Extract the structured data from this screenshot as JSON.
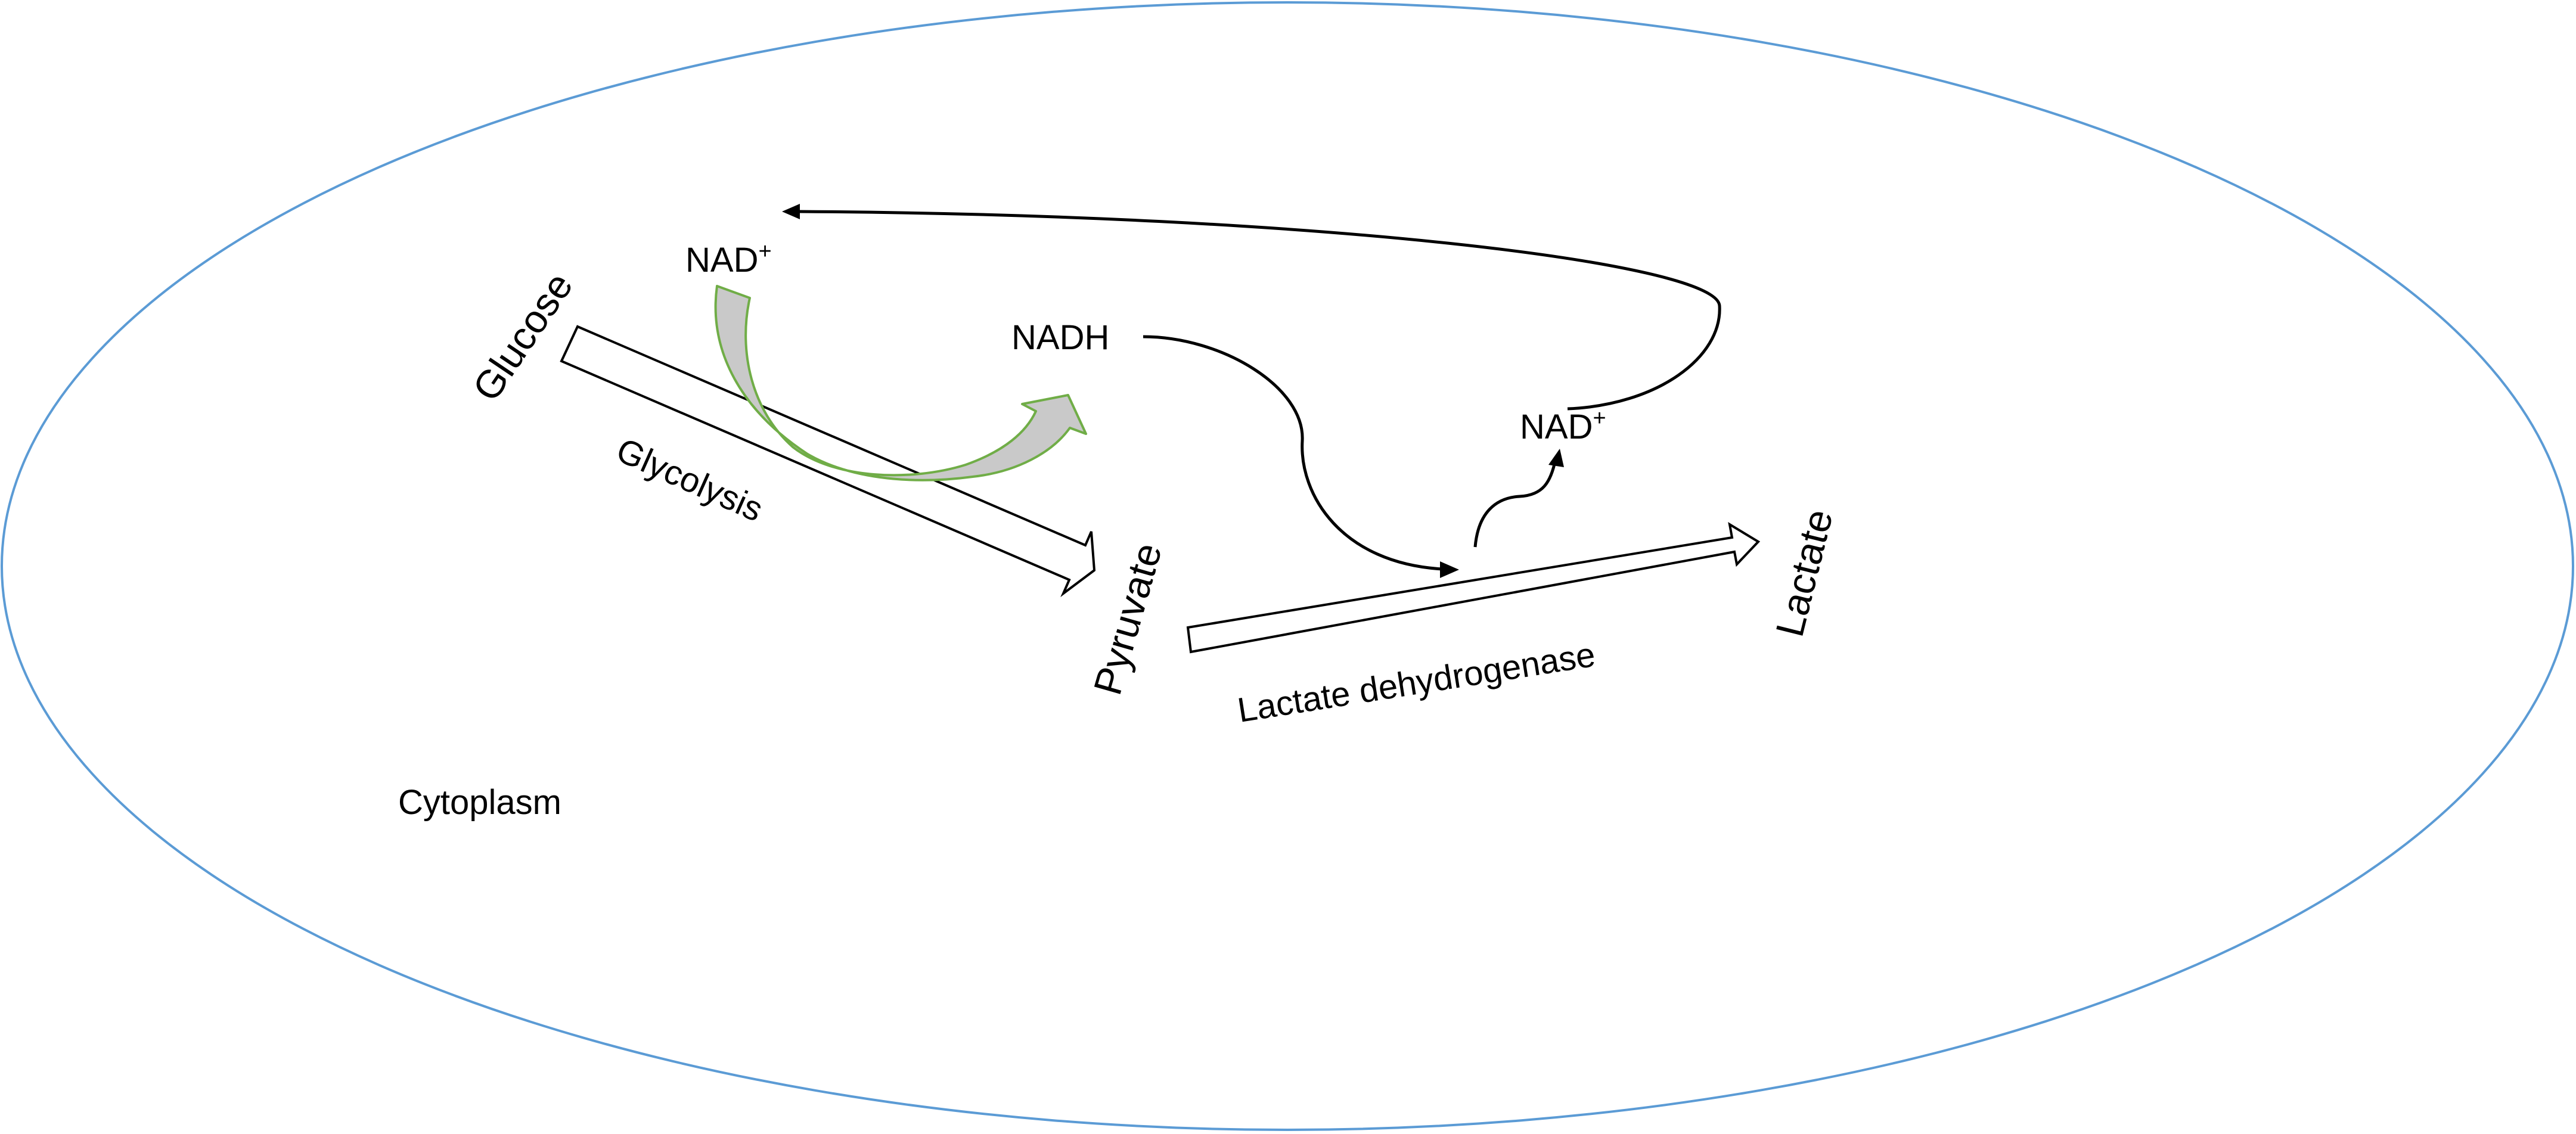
{
  "colors": {
    "cell_outline": "#5b9bd5",
    "nad_arrow_stroke": "#70ad47",
    "nad_arrow_fill": "#c9c9c9",
    "text": "#000000",
    "arrows": "#000000",
    "background": "#ffffff"
  },
  "labels": {
    "cytoplasm": "Cytoplasm",
    "glucose": "Glucose",
    "glycolysis": "Glycolysis",
    "pyruvate": "Pyruvate",
    "lactate": "Lactate",
    "lactate_dehydrogenase": "Lactate dehydrogenase",
    "nadh": "NADH",
    "nad_left_base": "NAD",
    "nad_left_sup": "+",
    "nad_right_base": "NAD",
    "nad_right_sup": "+"
  }
}
